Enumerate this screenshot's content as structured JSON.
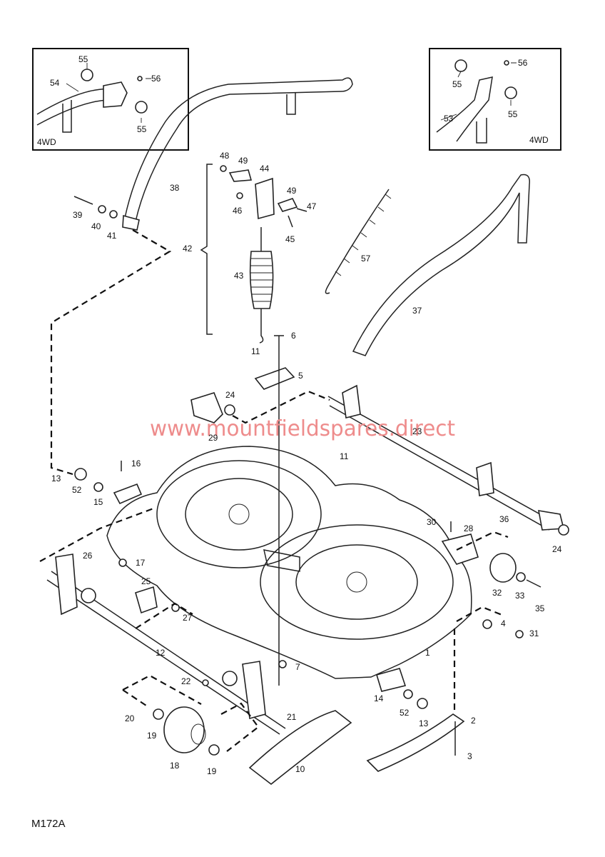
{
  "diagram_code": "M172A",
  "watermark": "www.mountfieldspares.direct",
  "inset_left": {
    "tag": "4WD",
    "labels": [
      "55",
      "54",
      "56",
      "55"
    ]
  },
  "inset_right": {
    "tag": "4WD",
    "labels": [
      "55",
      "56",
      "53",
      "55"
    ]
  },
  "callouts": [
    "38",
    "39",
    "40",
    "41",
    "48",
    "49",
    "44",
    "46",
    "49",
    "47",
    "45",
    "42",
    "43",
    "57",
    "37",
    "6",
    "11",
    "5",
    "24",
    "29",
    "23",
    "11",
    "16",
    "13",
    "52",
    "15",
    "30",
    "36",
    "28",
    "24",
    "26",
    "17",
    "25",
    "27",
    "32",
    "33",
    "35",
    "4",
    "31",
    "12",
    "1",
    "7",
    "22",
    "14",
    "52",
    "13",
    "20",
    "21",
    "2",
    "19",
    "18",
    "19",
    "10",
    "3"
  ]
}
